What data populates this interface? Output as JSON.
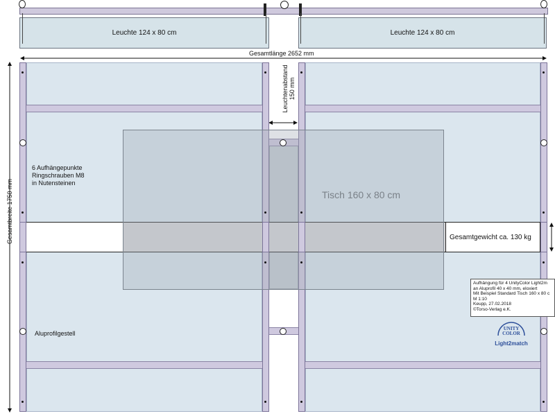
{
  "lamps": [
    {
      "label": "Leuchte 124 x 80 cm"
    },
    {
      "label": "Leuchte 124 x 80 cm"
    }
  ],
  "dimensions": {
    "total_length": "Gesamtlänge 2652 mm",
    "total_width": "Gesamtbreite 1750 mm",
    "lamp_spacing_line1": "Leuchtenabstand",
    "lamp_spacing_line2": "150 mm",
    "total_weight": "Gesamtgewicht ca. 130 kg"
  },
  "table": {
    "label": "Tisch 160 x 80 cm"
  },
  "annotations": {
    "hanging_points": [
      "6 Aufhängepunkte",
      "Ringschrauben M8",
      "in Nutensteinen"
    ],
    "frame": "Aluprofilgestell"
  },
  "info_box": {
    "lines": [
      "Aufhängung für 4 UnityColor Light2m",
      "an Aluprofil 40 x 40 mm, eloxiert",
      "Mit Beispiel Standard Tisch 160 x 80 c",
      "M 1:10",
      "Keupp, 27.02.2018",
      "©Torso-Verlag e.K."
    ]
  },
  "logo": {
    "line1": "UNITY",
    "line2": "COLOR",
    "line3": "Light2match"
  },
  "colors": {
    "panel": "#dbe6ee",
    "frame": "#cfc9df",
    "table": "#c5cfd6",
    "logo_blue": "#2d4f9a"
  }
}
